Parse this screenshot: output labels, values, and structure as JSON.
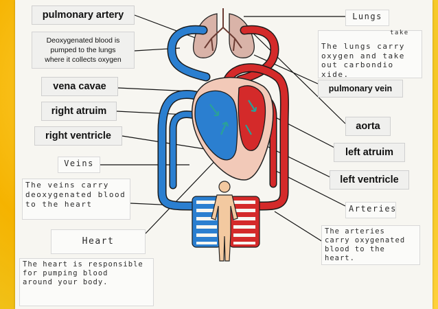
{
  "labels": {
    "pulmonary_artery": "pulmonary artery",
    "deoxygenated_note": "Deoxygenated blood is\npumped to the lungs\nwhere it collects oxygen",
    "vena_cavae": "vena cavae",
    "right_atrium": "right atruim",
    "right_ventricle": "right ventricle",
    "pulmonary_vein": "pulmonary vein",
    "aorta": "aorta",
    "left_atrium": "left atruim",
    "left_ventricle": "left ventricle"
  },
  "handwritten": {
    "lungs": "Lungs",
    "lungs_note": "The lungs carry\noxygen and take\nout carbondio\nxide.",
    "lungs_note_correction": "take",
    "veins": "Veins",
    "veins_note": "The veins carry\ndeoxygenated blood\nto  the heart",
    "heart": "Heart",
    "heart_note": "The heart is responsible\nfor pumping blood\naround your body.",
    "arteries": "Arteries",
    "arteries_note": "The arteries\ncarry oxygenated\nblood to the\nheart."
  },
  "colors": {
    "oxygenated": "#d42a2a",
    "deoxygenated": "#2b7fd0",
    "heart_muscle": "#f2c9b8",
    "lungs": "#d9b3a8",
    "body": "#f3c9a0",
    "arrow": "#2aa198"
  }
}
